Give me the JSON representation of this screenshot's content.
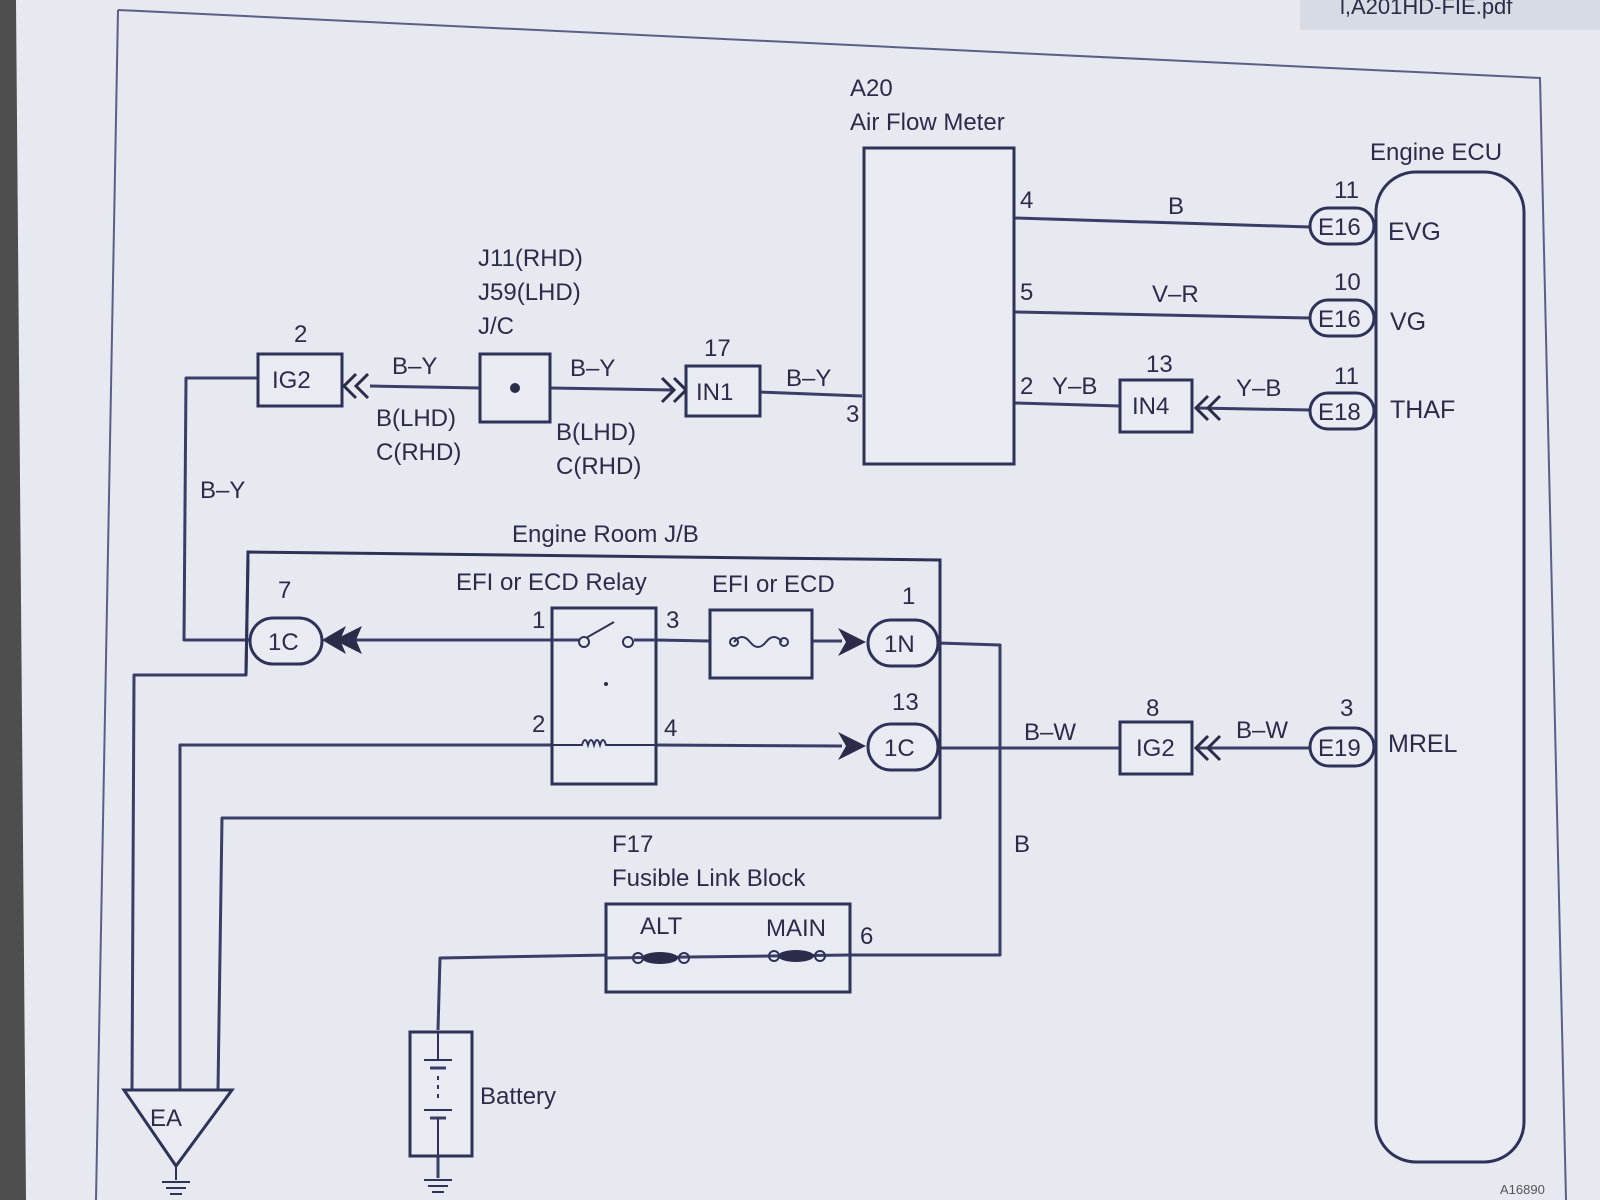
{
  "window": {
    "title_fragment": "l,A201HD-FIE.pdf"
  },
  "diagram": {
    "figure_id": "A16890",
    "air_flow_meter": {
      "code": "A20",
      "name": "Air Flow Meter",
      "pins": [
        "4",
        "5",
        "2",
        "3"
      ]
    },
    "engine_ecu": {
      "name": "Engine ECU",
      "terminals": [
        {
          "pin": "11",
          "connector": "E16",
          "signal": "EVG",
          "wire": "B"
        },
        {
          "pin": "10",
          "connector": "E16",
          "signal": "VG",
          "wire": "V–R"
        },
        {
          "pin": "11",
          "connector": "E18",
          "signal": "THAF",
          "wire": "Y–B"
        },
        {
          "pin": "3",
          "connector": "E19",
          "signal": "MREL",
          "wire": "B–W"
        }
      ]
    },
    "junction": {
      "line1": "J11(RHD)",
      "line2": "J59(LHD)",
      "line3": "J/C"
    },
    "connectors": {
      "ig2_top": {
        "pin": "2",
        "label": "IG2"
      },
      "in1": {
        "pin": "17",
        "label": "IN1"
      },
      "in4": {
        "pin": "13",
        "label": "IN4"
      },
      "ig2_bottom": {
        "pin": "8",
        "label": "IG2"
      }
    },
    "wires": {
      "by_left": "B–Y",
      "by_right": "B–Y",
      "by_afm": "B–Y",
      "by_vertical": "B–Y",
      "yb_afm": "Y–B",
      "bw_left": "B–W",
      "bw_right": "B–W",
      "b_vertical": "B",
      "variant_lhd": "B(LHD)",
      "variant_rhd": "C(RHD)"
    },
    "engine_room_jb": {
      "name": "Engine Room J/B",
      "relay_name": "EFI or ECD Relay",
      "fuse_name": "EFI or ECD",
      "relay_pins": [
        "1",
        "3",
        "2",
        "4"
      ],
      "conn_1c_top": {
        "pin": "7",
        "label": "1C"
      },
      "conn_1n": {
        "pin": "1",
        "label": "1N"
      },
      "conn_1c_bottom": {
        "pin": "13",
        "label": "1C"
      }
    },
    "fusible_link": {
      "code": "F17",
      "name": "Fusible Link Block",
      "fuse_a": "ALT",
      "fuse_b": "MAIN",
      "pin": "6"
    },
    "battery": {
      "label": "Battery"
    },
    "ground": {
      "label": "EA"
    }
  }
}
